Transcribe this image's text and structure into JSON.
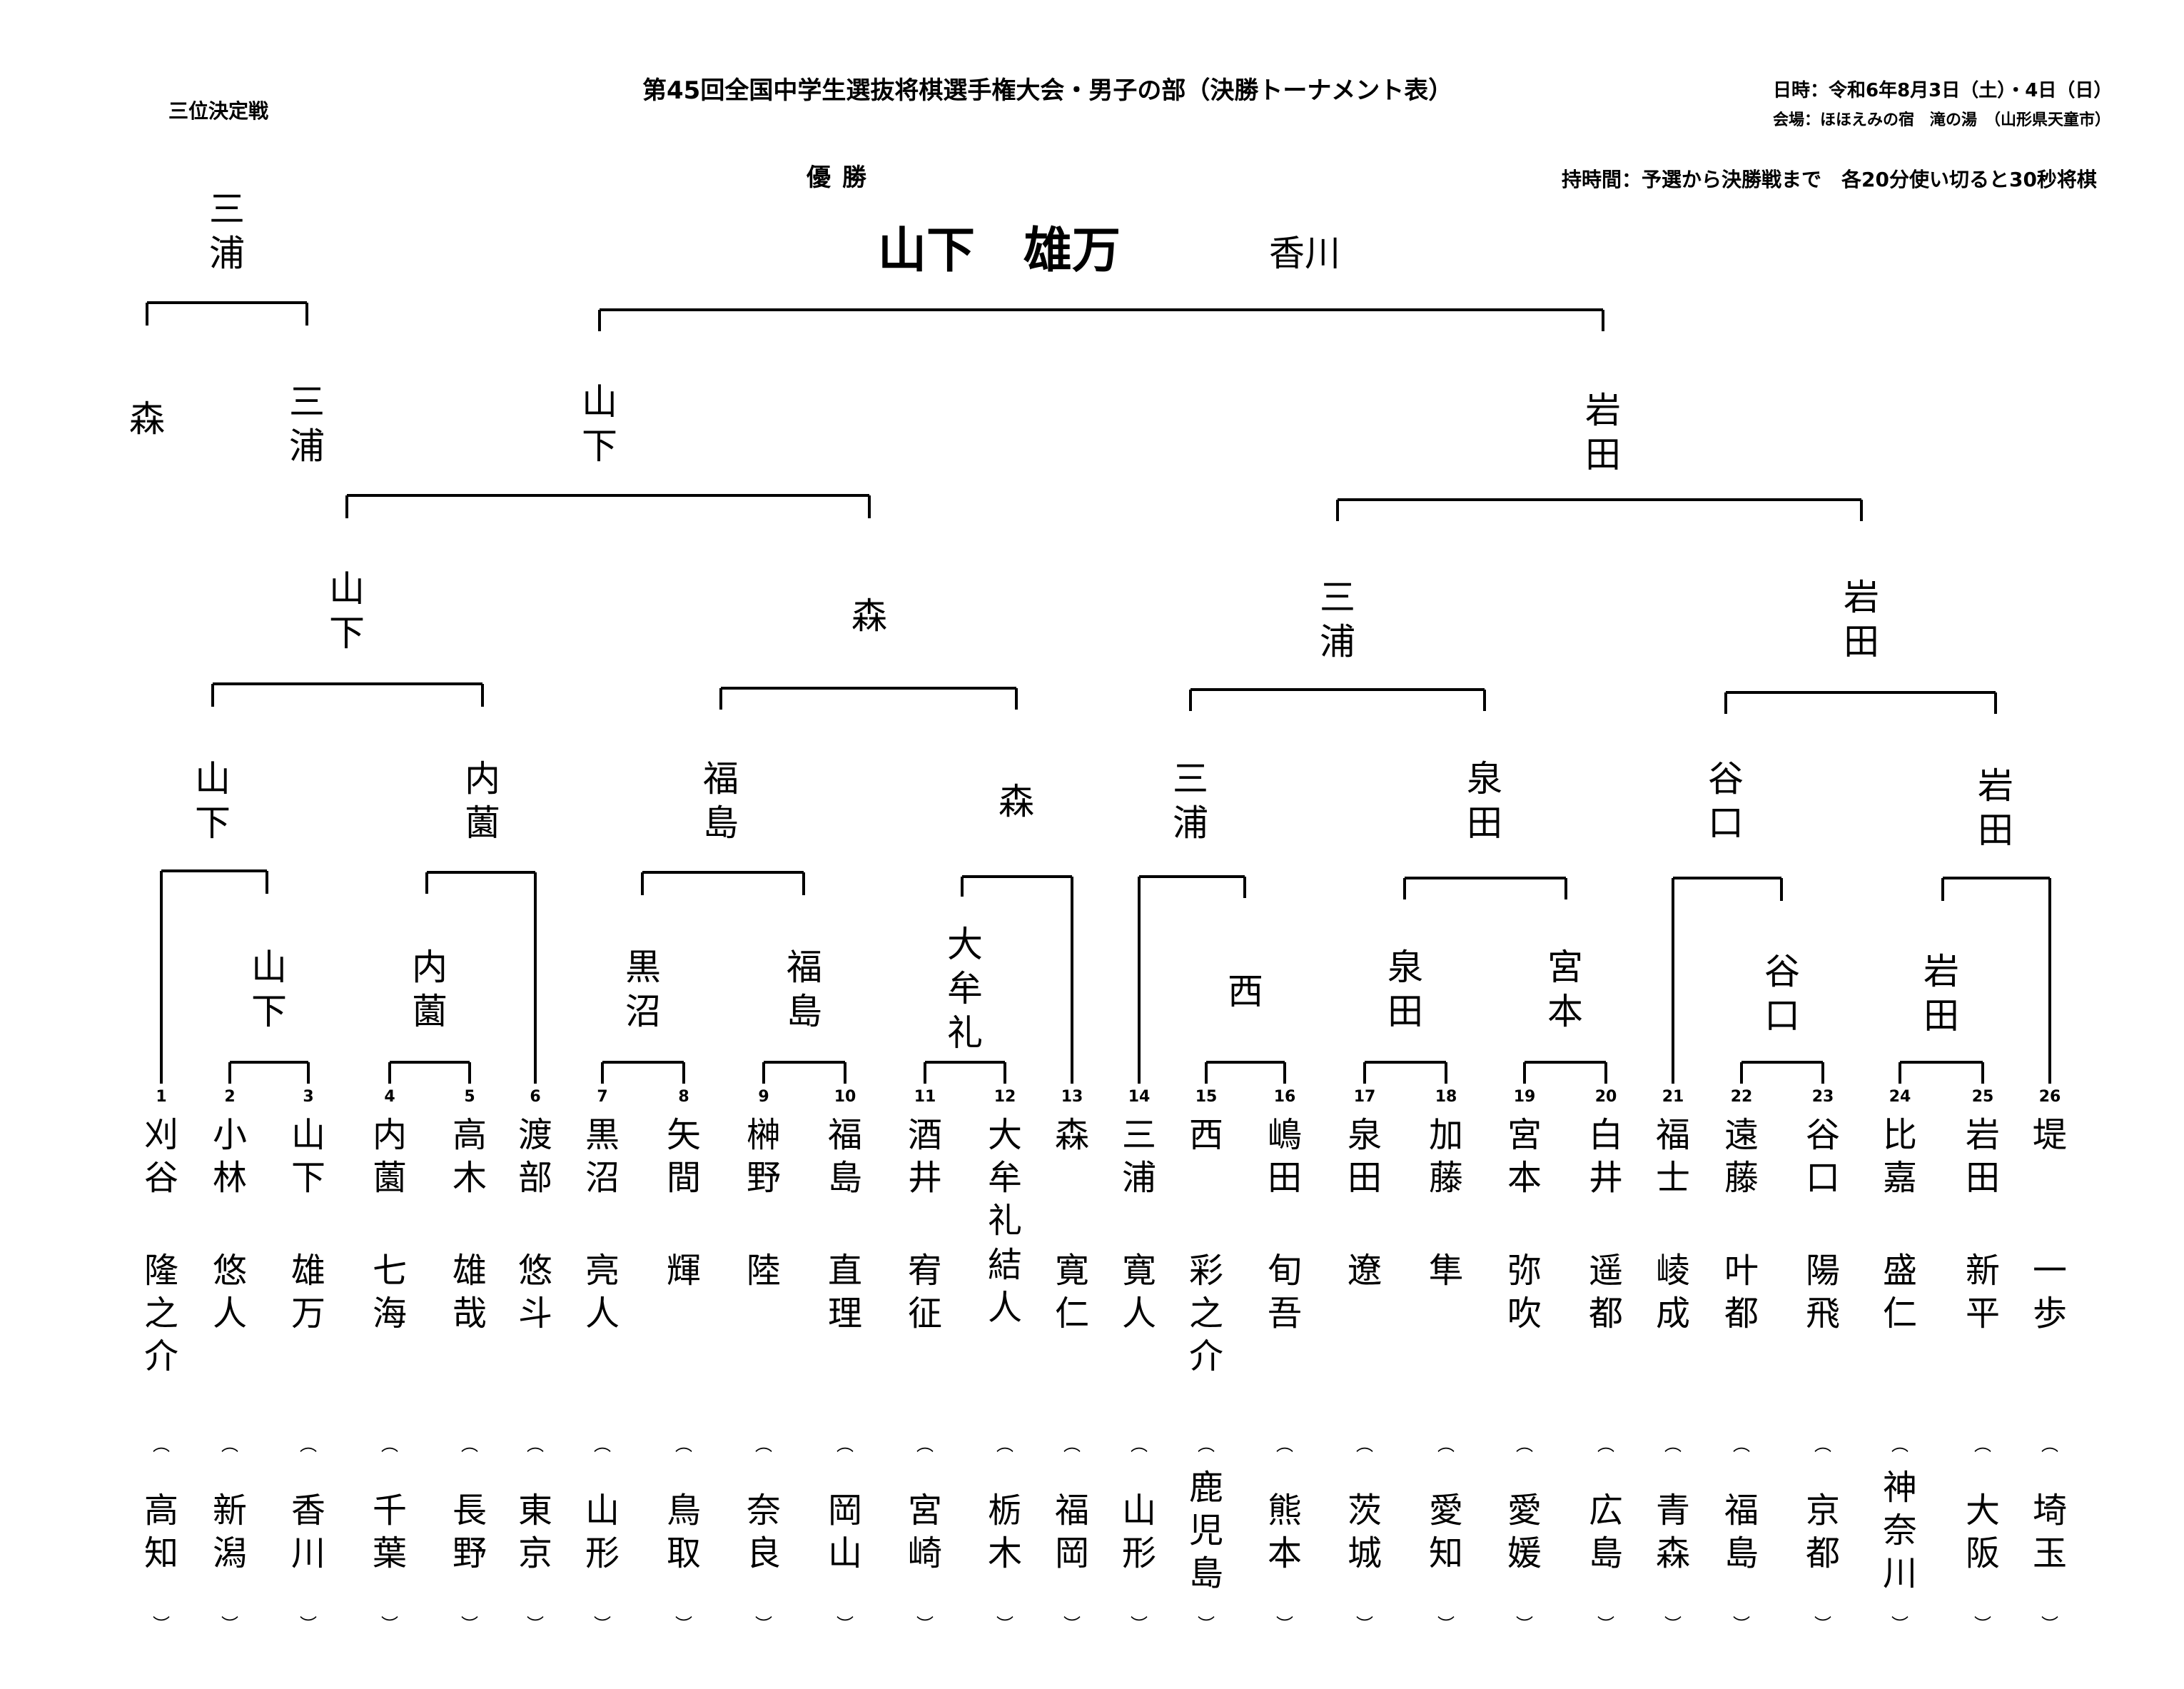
{
  "header": {
    "title": "第45回全国中学生選抜将棋選手権大会・男子の部（決勝トーナメント表）",
    "third_place_title": "三位決定戦",
    "date": "日時：令和6年8月3日（土）・4日（日）",
    "venue": "会場：ほほえみの宿　滝の湯　（山形県天童市）",
    "time_control": "持時間：予選から決勝戦まで　各20分使い切ると30秒将棋",
    "champion_label": "優勝",
    "champion_name": "山下　雄万",
    "champion_prefecture": "香川"
  },
  "third_place": {
    "winner": "三浦",
    "left": "森",
    "right": "三浦"
  },
  "final": {
    "left": "山下",
    "right": "岩田"
  },
  "semifinals": [
    "山下",
    "森",
    "三浦",
    "岩田"
  ],
  "quarterfinals": [
    "山下",
    "内薗",
    "福島",
    "森",
    "三浦",
    "泉田",
    "谷口",
    "岩田"
  ],
  "round1": [
    "山下",
    "内薗",
    "黒沼",
    "福島",
    "大牟礼",
    "西",
    "泉田",
    "宮本",
    "谷口",
    "岩田"
  ],
  "players": [
    {
      "seed": "1",
      "surname": "刈谷",
      "given": "隆之介",
      "pref": "高知"
    },
    {
      "seed": "2",
      "surname": "小林",
      "given": "悠人",
      "pref": "新潟"
    },
    {
      "seed": "3",
      "surname": "山下",
      "given": "雄万",
      "pref": "香川"
    },
    {
      "seed": "4",
      "surname": "内薗",
      "given": "七海",
      "pref": "千葉"
    },
    {
      "seed": "5",
      "surname": "高木",
      "given": "雄哉",
      "pref": "長野"
    },
    {
      "seed": "6",
      "surname": "渡部",
      "given": "悠斗",
      "pref": "東京"
    },
    {
      "seed": "7",
      "surname": "黒沼",
      "given": "亮人",
      "pref": "山形"
    },
    {
      "seed": "8",
      "surname": "矢間",
      "given": "輝",
      "pref": "鳥取"
    },
    {
      "seed": "9",
      "surname": "榊野",
      "given": "陸",
      "pref": "奈良"
    },
    {
      "seed": "10",
      "surname": "福島",
      "given": "直理",
      "pref": "岡山"
    },
    {
      "seed": "11",
      "surname": "酒井",
      "given": "宥征",
      "pref": "宮崎"
    },
    {
      "seed": "12",
      "surname": "大牟礼",
      "given": "結人",
      "pref": "栃木"
    },
    {
      "seed": "13",
      "surname": "森",
      "given": "寛仁",
      "pref": "福岡"
    },
    {
      "seed": "14",
      "surname": "三浦",
      "given": "寛人",
      "pref": "山形"
    },
    {
      "seed": "15",
      "surname": "西",
      "given": "彩之介",
      "pref": "鹿児島"
    },
    {
      "seed": "16",
      "surname": "嶋田",
      "given": "旬吾",
      "pref": "熊本"
    },
    {
      "seed": "17",
      "surname": "泉田",
      "given": "遼",
      "pref": "茨城"
    },
    {
      "seed": "18",
      "surname": "加藤",
      "given": "隼",
      "pref": "愛知"
    },
    {
      "seed": "19",
      "surname": "宮本",
      "given": "弥吹",
      "pref": "愛媛"
    },
    {
      "seed": "20",
      "surname": "白井",
      "given": "遥都",
      "pref": "広島"
    },
    {
      "seed": "21",
      "surname": "福士",
      "given": "崚成",
      "pref": "青森"
    },
    {
      "seed": "22",
      "surname": "遠藤",
      "given": "叶都",
      "pref": "福島"
    },
    {
      "seed": "23",
      "surname": "谷口",
      "given": "陽飛",
      "pref": "京都"
    },
    {
      "seed": "24",
      "surname": "比嘉",
      "given": "盛仁",
      "pref": "神奈川"
    },
    {
      "seed": "25",
      "surname": "岩田",
      "given": "新平",
      "pref": "大阪"
    },
    {
      "seed": "26",
      "surname": "堤",
      "given": "一歩",
      "pref": "埼玉"
    }
  ],
  "colors": {
    "ink": "#000000",
    "paper": "#ffffff"
  }
}
